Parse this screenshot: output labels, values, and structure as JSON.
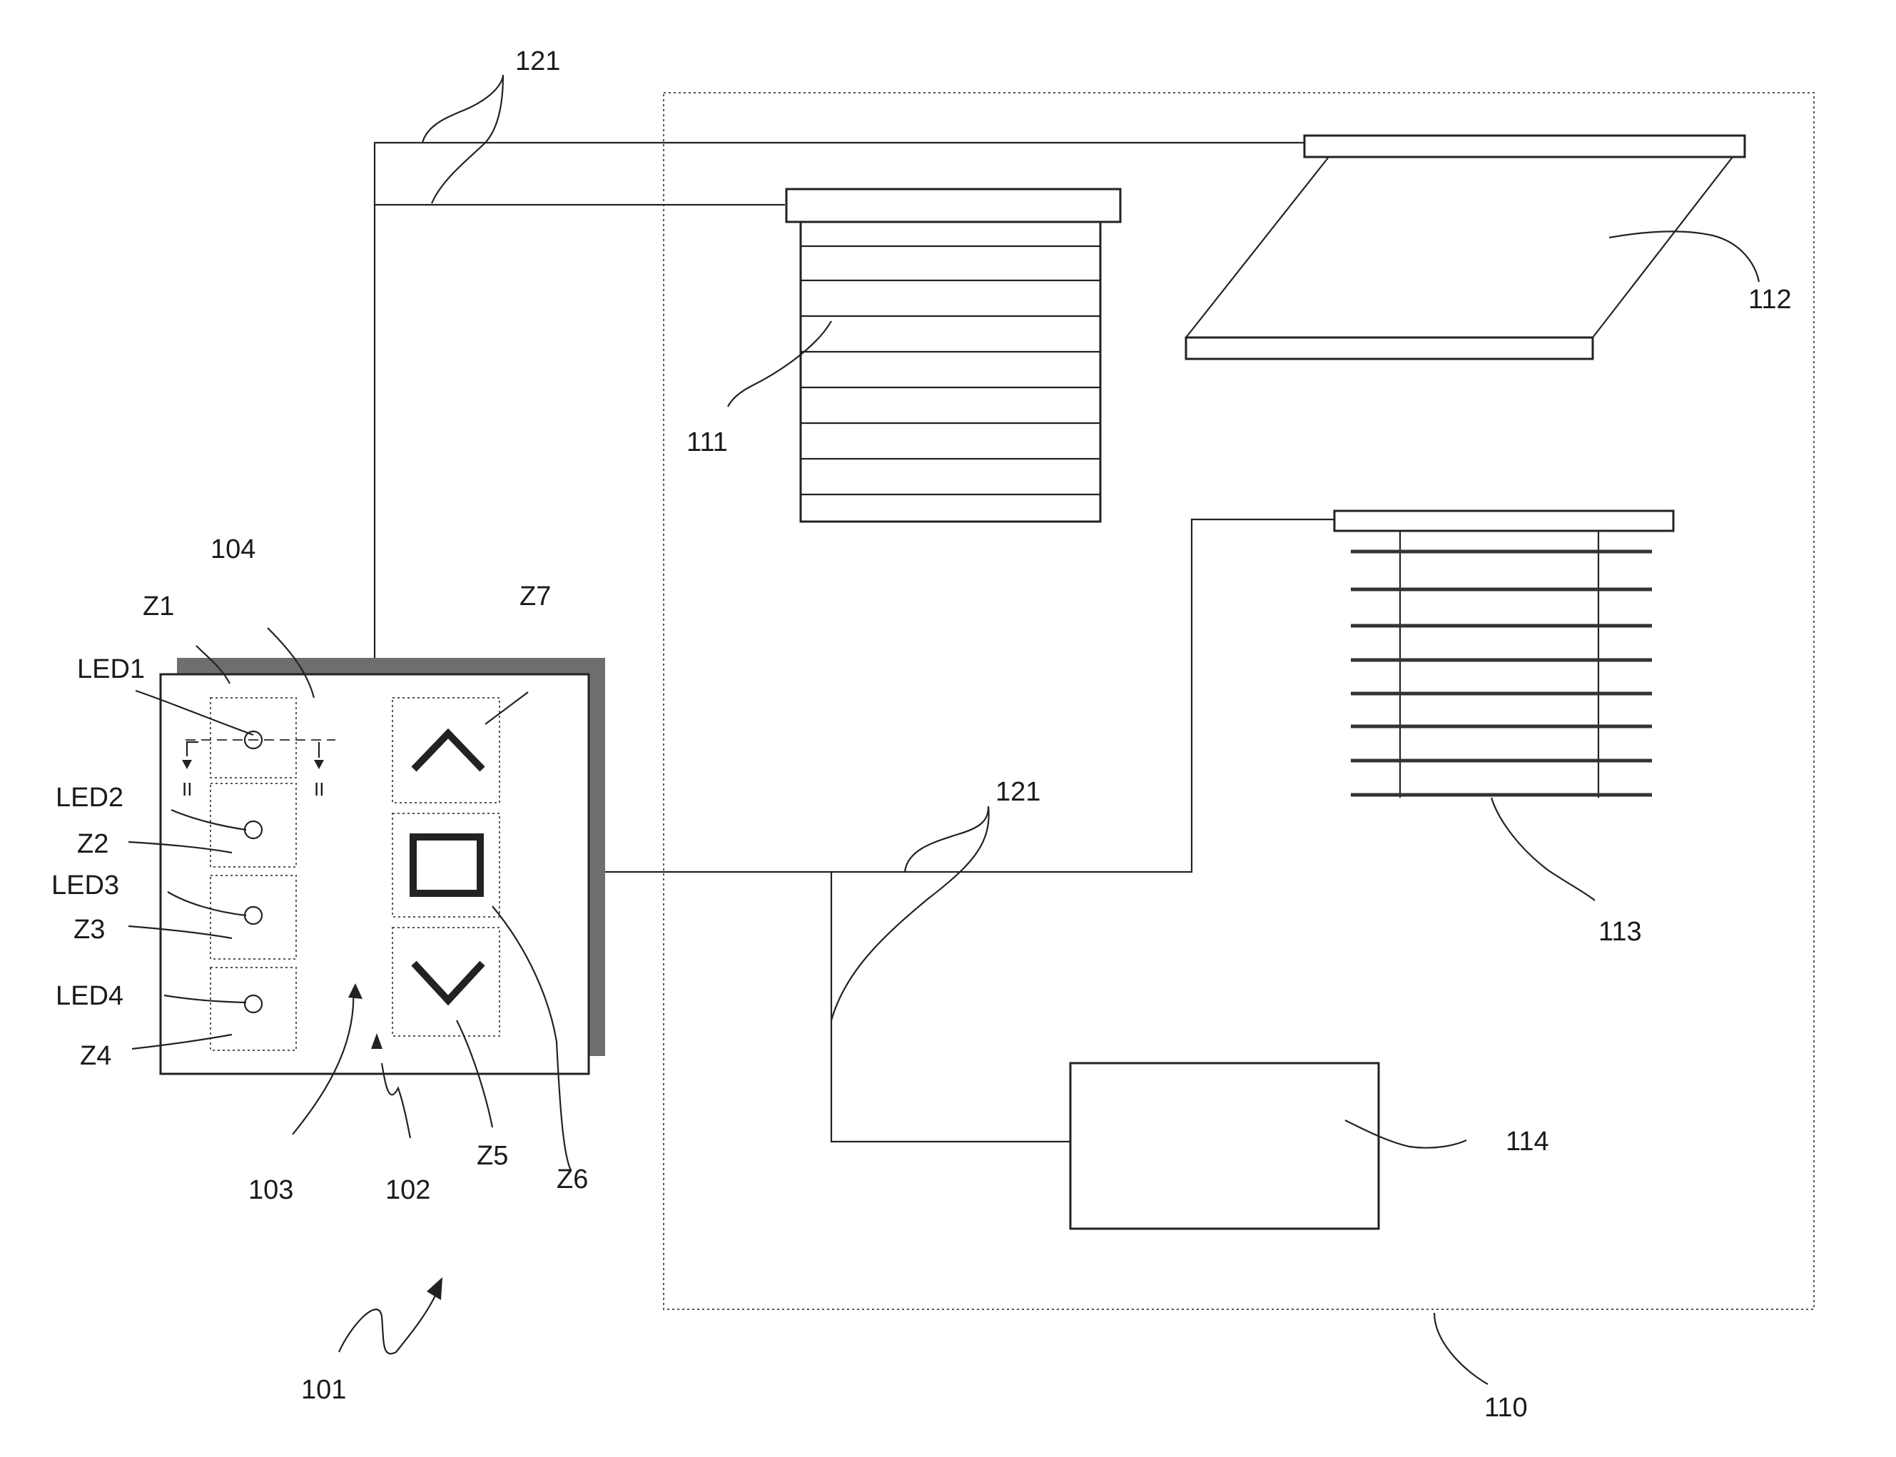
{
  "labels": {
    "ref_101": "101",
    "ref_102": "102",
    "ref_103": "103",
    "ref_104": "104",
    "ref_110": "110",
    "ref_111": "111",
    "ref_112": "112",
    "ref_113": "113",
    "ref_114": "114",
    "ref_121_top": "121",
    "ref_121_mid": "121",
    "z1": "Z1",
    "z2": "Z2",
    "z3": "Z3",
    "z4": "Z4",
    "z5": "Z5",
    "z6": "Z6",
    "z7": "Z7",
    "led1": "LED1",
    "led2": "LED2",
    "led3": "LED3",
    "led4": "LED4",
    "section_left": "II",
    "section_right": "II"
  },
  "colors": {
    "line": "#222222",
    "panel_shadow": "#6e6e6e",
    "background": "#ffffff"
  },
  "icons": {
    "up_button": "chevron-up-icon",
    "stop_button": "stop-square-icon",
    "down_button": "chevron-down-icon"
  }
}
